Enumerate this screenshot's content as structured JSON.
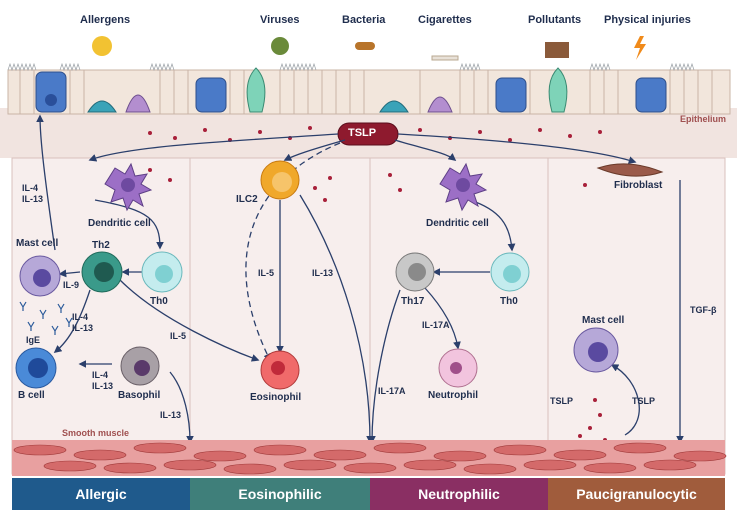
{
  "triggers": [
    "Allergens",
    "Viruses",
    "Bacteria",
    "Cigarettes",
    "Pollutants",
    "Physical injuries"
  ],
  "center_label": "TSLP",
  "layer_labels": {
    "epithelium": "Epithelium",
    "smooth_muscle": "Smooth muscle"
  },
  "cells": {
    "dendritic_1": "Dendritic cell",
    "dendritic_2": "Dendritic cell",
    "ilc2": "ILC2",
    "fibroblast": "Fibroblast",
    "mast_1": "Mast cell",
    "mast_2": "Mast cell",
    "th2": "Th2",
    "th0_1": "Th0",
    "th17": "Th17",
    "th0_2": "Th0",
    "bcell": "B cell",
    "basophil": "Basophil",
    "eosinophil": "Eosinophil",
    "neutrophil": "Neutrophil"
  },
  "cytokines": {
    "il4_il13_top": "IL-4\nIL-13",
    "il9": "IL-9",
    "ige": "IgE",
    "il4_il13_mid": "IL-4\nIL-13",
    "il4_il13_bas": "IL-4\nIL-13",
    "il5_th2": "IL-5",
    "il13_bas": "IL-13",
    "il5_ilc2": "IL-5",
    "il13_ilc2": "IL-13",
    "il17a_a": "IL-17A",
    "il17a_b": "IL-17A",
    "tgfb": "TGF-β",
    "tslp_a": "TSLP",
    "tslp_b": "TSLP"
  },
  "phenotypes": [
    {
      "label": "Allergic",
      "color": "#1f5a8c"
    },
    {
      "label": "Eosinophilic",
      "color": "#3f7f7a"
    },
    {
      "label": "Neutrophilic",
      "color": "#8a2f63"
    },
    {
      "label": "Paucigranulocytic",
      "color": "#a05c3c"
    }
  ]
}
